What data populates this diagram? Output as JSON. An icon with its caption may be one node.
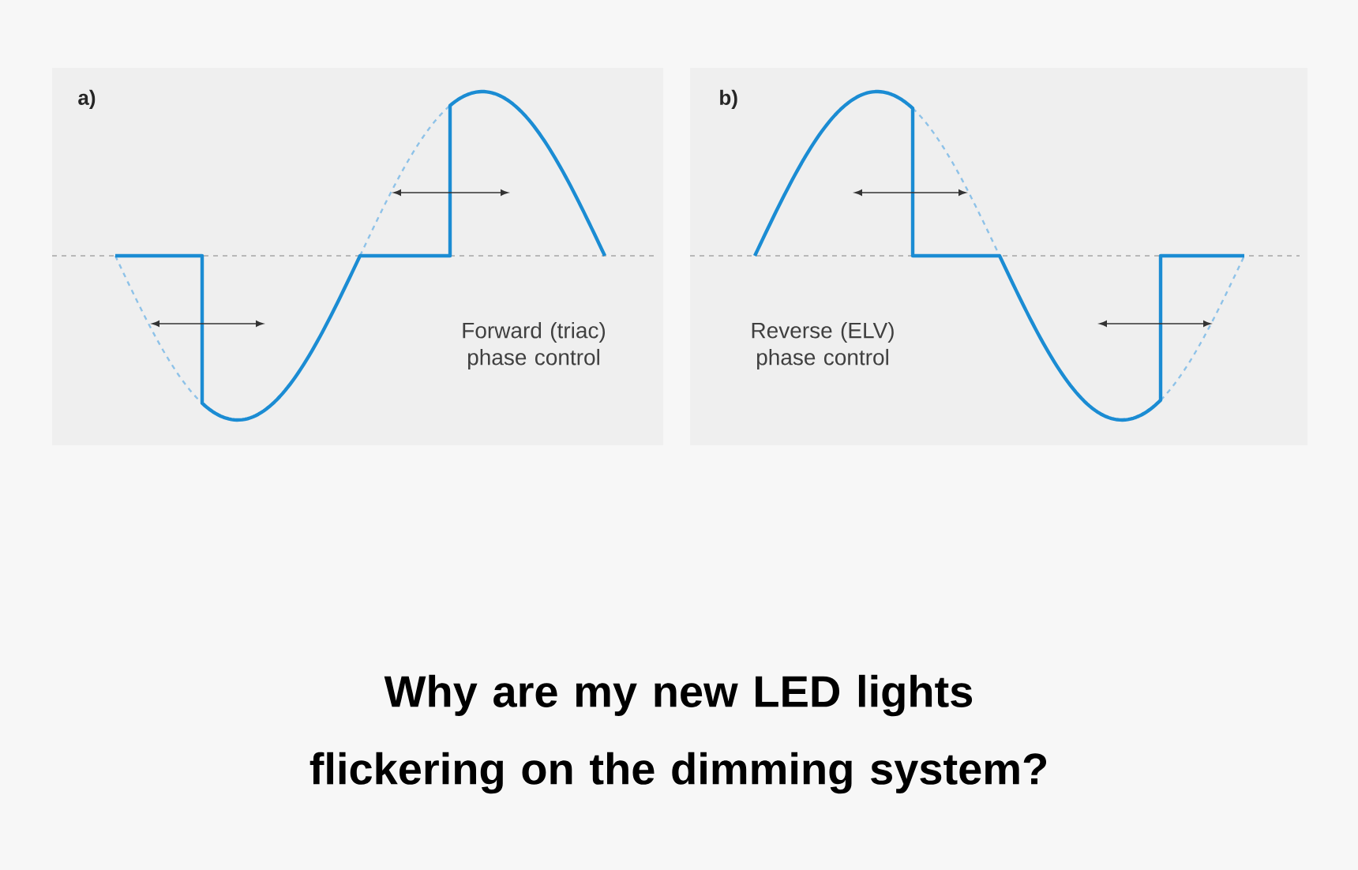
{
  "diagram": {
    "caption": "Why are my new LED lights flickering on the dimming system?",
    "labels": [
      "a)",
      "Forward (triac) phase control",
      "b)",
      "Reverse (ELV) phase control"
    ]
  }
}
